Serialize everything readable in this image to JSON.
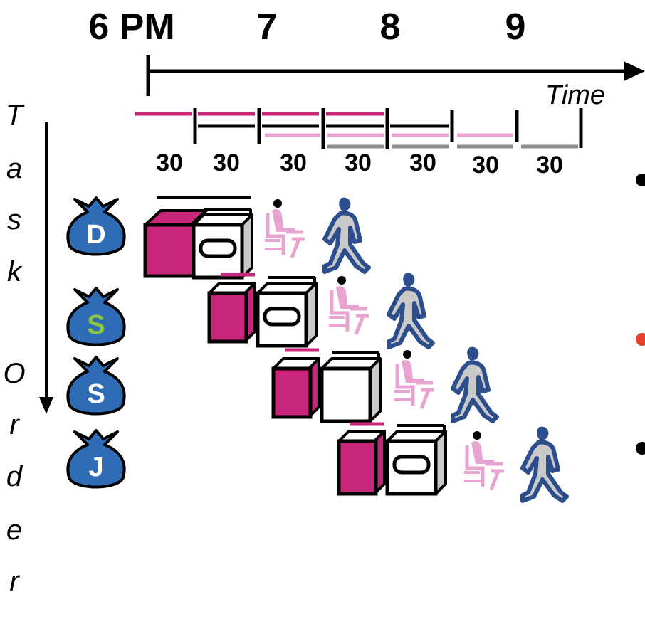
{
  "timeline": {
    "hours": [
      "6 PM",
      "7",
      "8",
      "9"
    ],
    "time_label": "Time",
    "durations": [
      "30",
      "30",
      "30",
      "30",
      "30",
      "30",
      "30"
    ]
  },
  "task_axis": {
    "letters": [
      "T",
      "a",
      "s",
      "k",
      "O",
      "r",
      "d",
      "e",
      "r"
    ]
  },
  "tasks": [
    {
      "letter": "D",
      "letter_color": "#ffffff"
    },
    {
      "letter": "S",
      "letter_color": "#8dc63f"
    },
    {
      "letter": "S",
      "letter_color": "#ffffff"
    },
    {
      "letter": "J",
      "letter_color": "#ffffff"
    }
  ],
  "colors": {
    "washer": "#c8267a",
    "dryer": "#ffffff",
    "folder": "#e8a4d0",
    "stasher": "#2c4e8c",
    "bag": "#2e6db6",
    "stage_gray": "#8c8c8c"
  },
  "icons": [
    "laundry-bag-icon",
    "washer-icon",
    "dryer-icon",
    "folding-person-icon",
    "walking-person-icon"
  ]
}
